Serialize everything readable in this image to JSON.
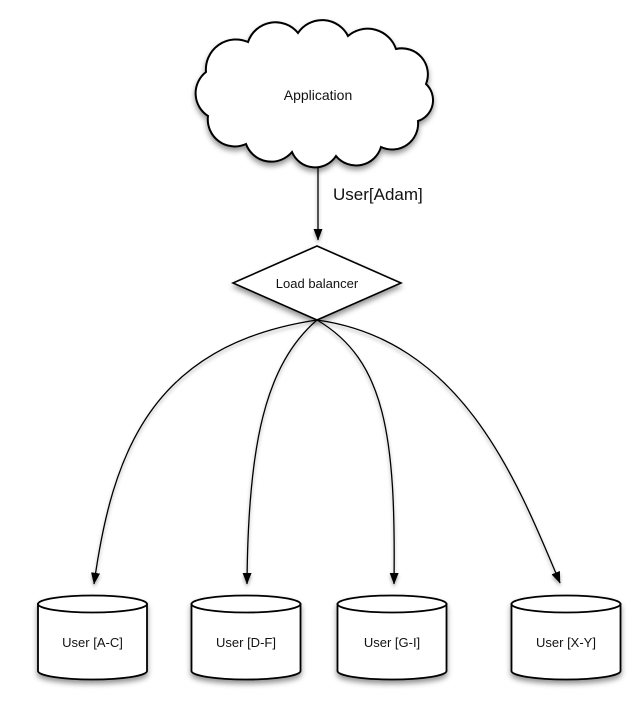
{
  "diagram": {
    "colors": {
      "background": "#ffffff",
      "shape_fill": "#ffffff",
      "stroke": "#000000",
      "text": "#111111",
      "shadow": "rgba(0,0,0,0.40)"
    },
    "application_node": {
      "label": "Application",
      "shape": "cloud"
    },
    "request_edge": {
      "label": "User[Adam]"
    },
    "load_balancer_node": {
      "label": "Load balancer",
      "shape": "diamond"
    },
    "shard_nodes": [
      {
        "label": "User [A-C]",
        "shape": "cylinder"
      },
      {
        "label": "User [D-F]",
        "shape": "cylinder"
      },
      {
        "label": "User [G-I]",
        "shape": "cylinder"
      },
      {
        "label": "User [X-Y]",
        "shape": "cylinder"
      }
    ]
  }
}
